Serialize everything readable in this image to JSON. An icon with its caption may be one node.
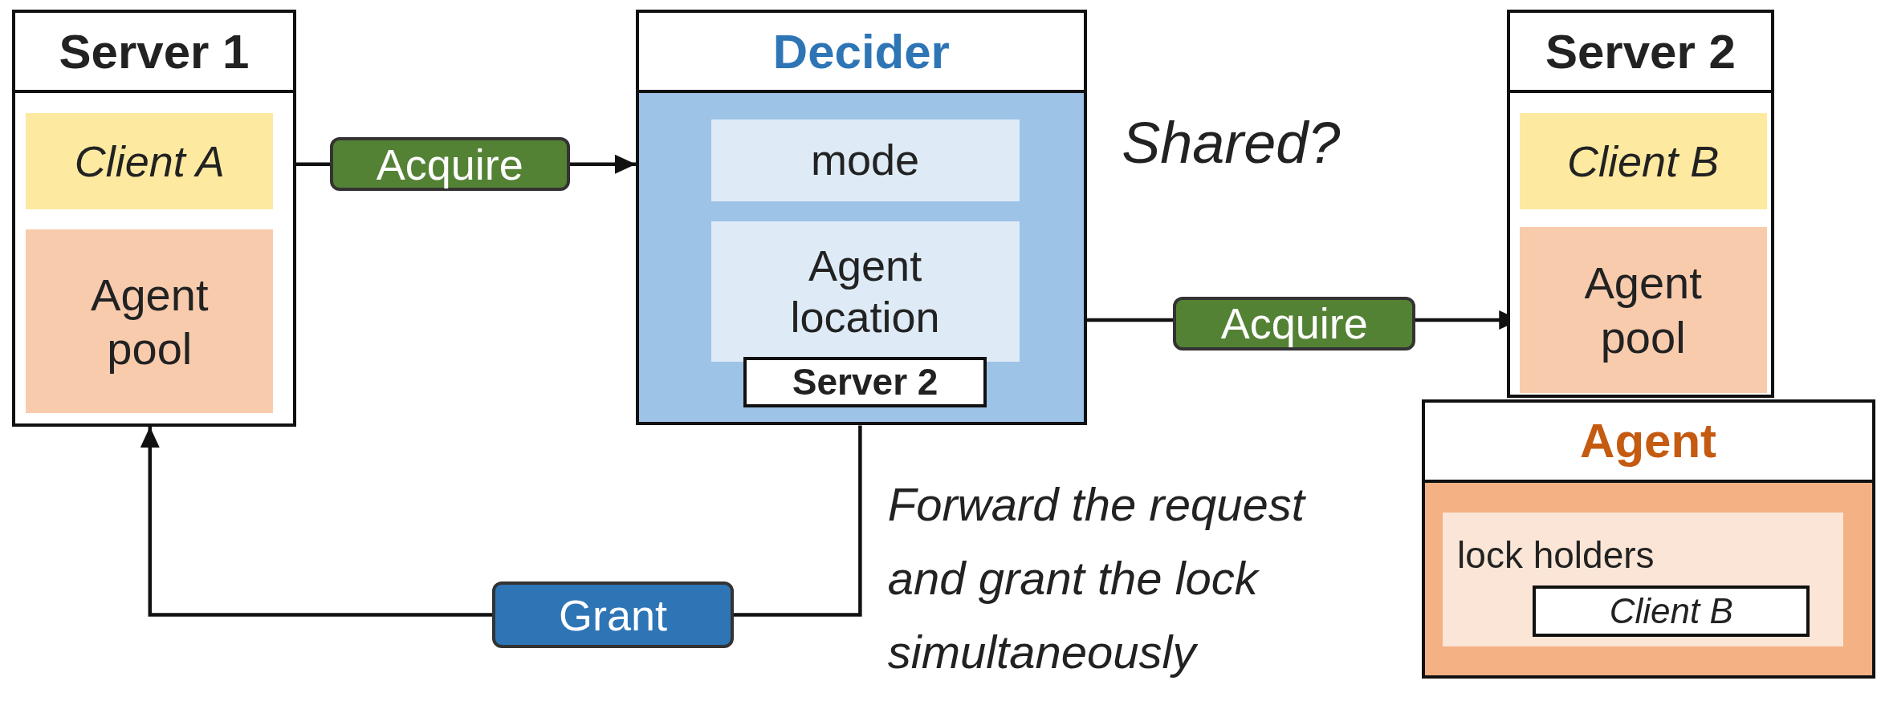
{
  "diagram": {
    "nodes": [
      {
        "text": [
          "Server 1"
        ]
      },
      {
        "text": [
          "Client A"
        ],
        "in": 0
      },
      {
        "text": [
          "Agent pool"
        ],
        "in": 0
      },
      {
        "text": [
          "Decider"
        ]
      },
      {
        "text": [
          "mode"
        ],
        "in": 3
      },
      {
        "text": [
          "Agent location"
        ],
        "in": 3
      },
      {
        "text": [
          "Server 2"
        ],
        "in": 3
      },
      {
        "text": [
          "Server 2"
        ]
      },
      {
        "text": [
          "Client B"
        ],
        "in": 7
      },
      {
        "text": [
          "Agent pool"
        ],
        "in": 7
      },
      {
        "text": [
          "Agent"
        ]
      },
      {
        "text": [
          "lock holders"
        ],
        "in": 10
      },
      {
        "text": [
          "Client B"
        ],
        "in": 11
      }
    ],
    "edges": [
      {
        "from": 1,
        "to": 3,
        "arrow": "to",
        "label": "Acquire"
      },
      {
        "from": 3,
        "to": 9,
        "arrow": "to",
        "label": "Acquire"
      },
      {
        "from": 3,
        "to": 0,
        "arrow": "to",
        "label": "Grant"
      }
    ],
    "labels": [
      "Shared?",
      "Forward the request and grant the lock simultaneously"
    ]
  }
}
